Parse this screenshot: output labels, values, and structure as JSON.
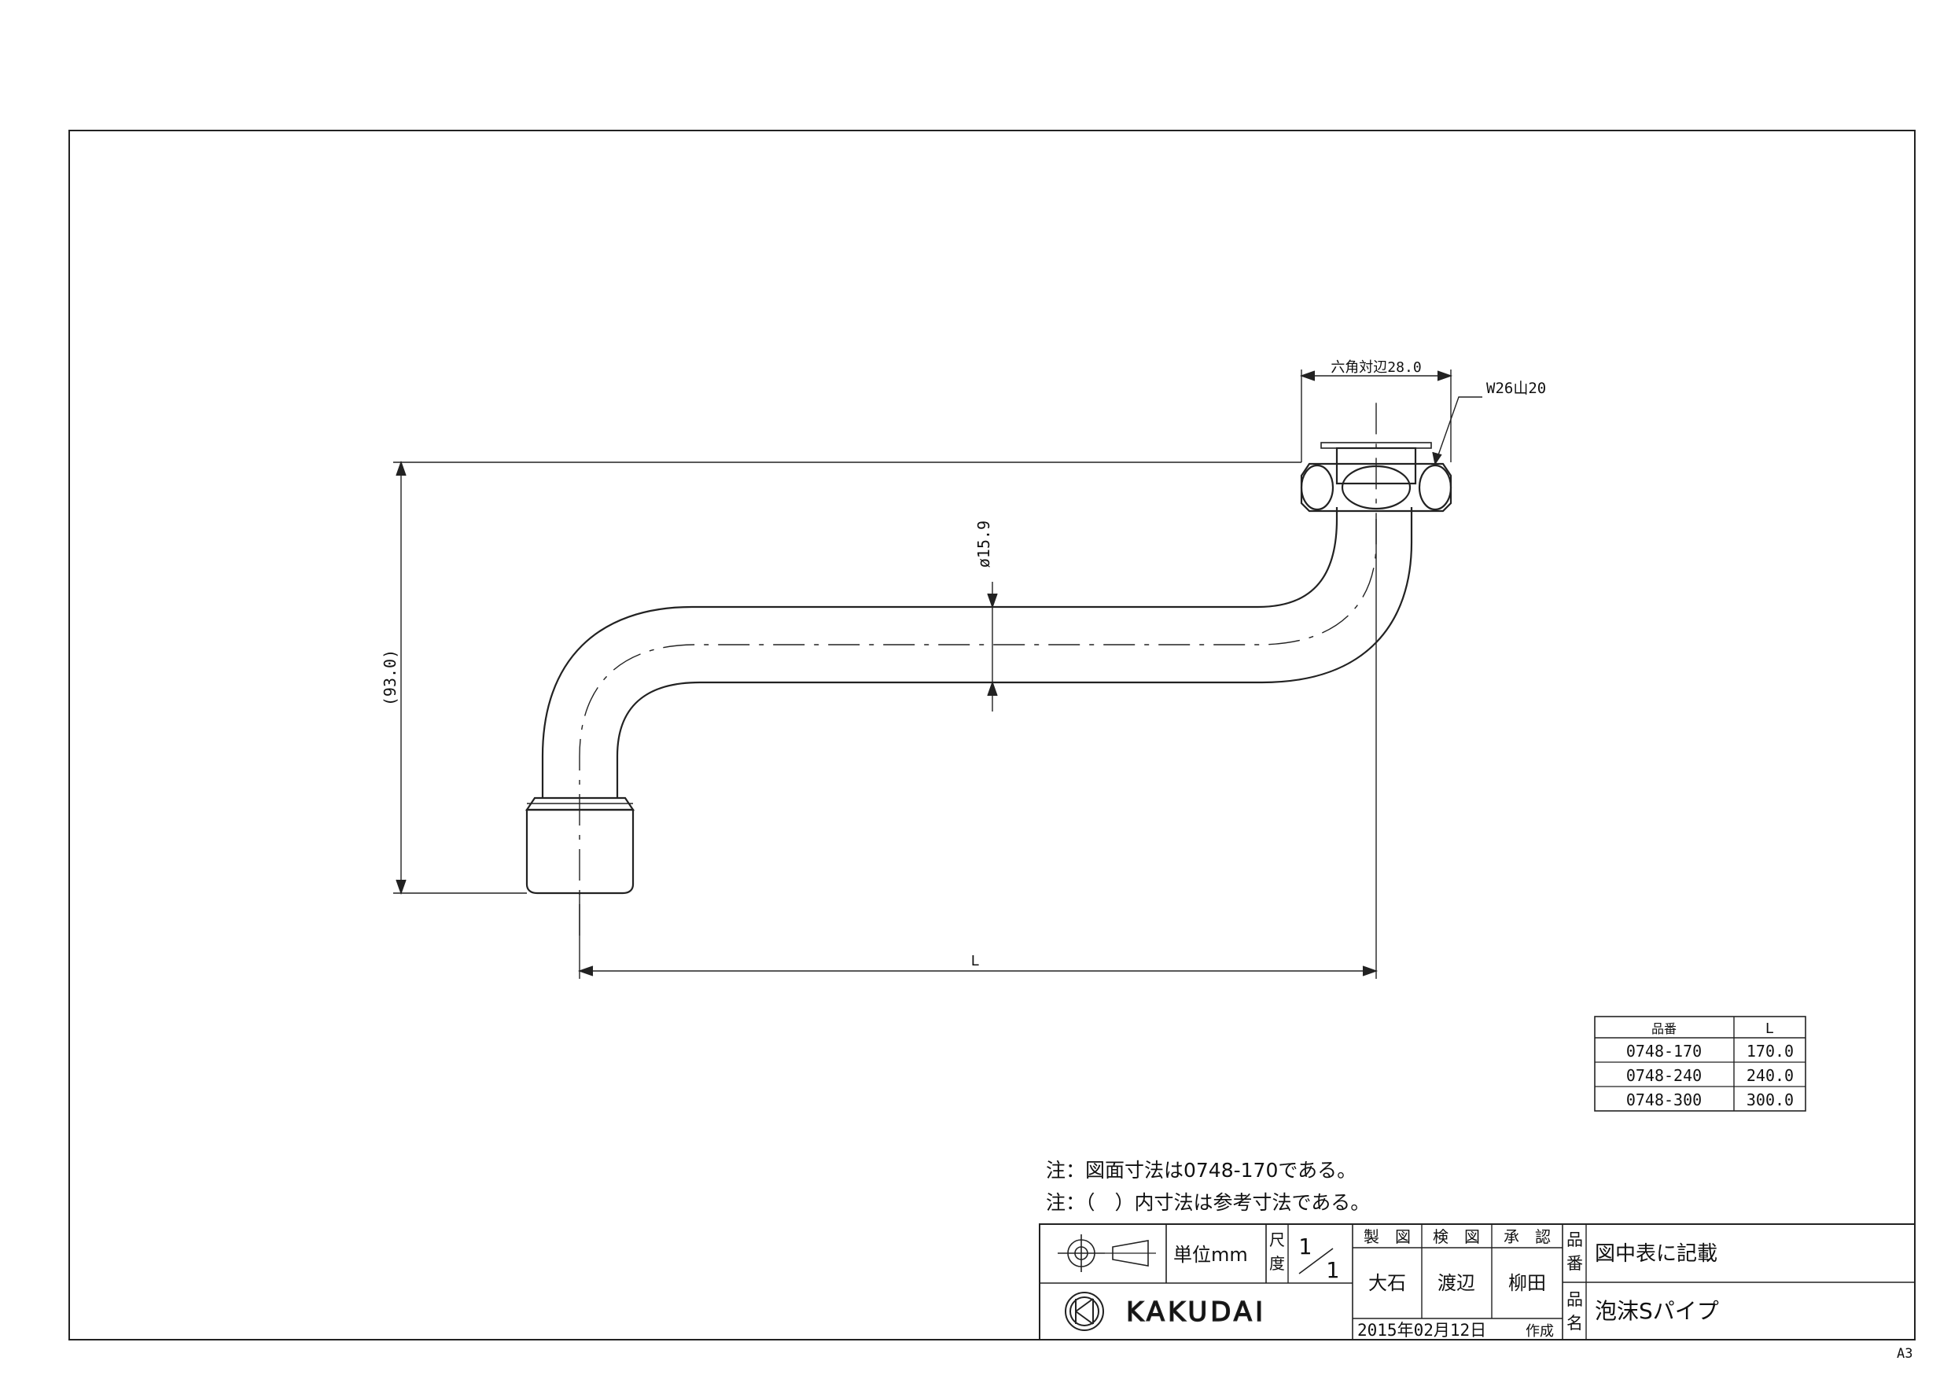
{
  "drawing": {
    "hex_label": "六角対辺28.0",
    "thread_label": "W26山20",
    "diameter_label": "ø15.9",
    "height_label": "(93.0)",
    "length_label": "L"
  },
  "parts_table": {
    "headers": [
      "品番",
      "L"
    ],
    "rows": [
      [
        "0748-170",
        "170.0"
      ],
      [
        "0748-240",
        "240.0"
      ],
      [
        "0748-300",
        "300.0"
      ]
    ]
  },
  "notes": [
    "注：図面寸法は0748-170である。",
    "注：（　）内寸法は参考寸法である。"
  ],
  "title_block": {
    "unit_label": "単位mm",
    "scale_label_top": "尺",
    "scale_label_bottom": "度",
    "scale_num": "1",
    "scale_den": "1",
    "made_label": "製　図",
    "check_label": "検　図",
    "approve_label": "承　認",
    "made_name": "大石",
    "check_name": "渡辺",
    "approve_name": "柳田",
    "date": "2015年02月12日",
    "created_label": "作成",
    "part_no_label_1": "品",
    "part_no_label_2": "番",
    "part_no_value": "図中表に記載",
    "part_name_label_1": "品",
    "part_name_label_2": "名",
    "part_name_value": "泡沫Sパイプ",
    "company": "KAKUDAI"
  },
  "sheet_size": "A3"
}
